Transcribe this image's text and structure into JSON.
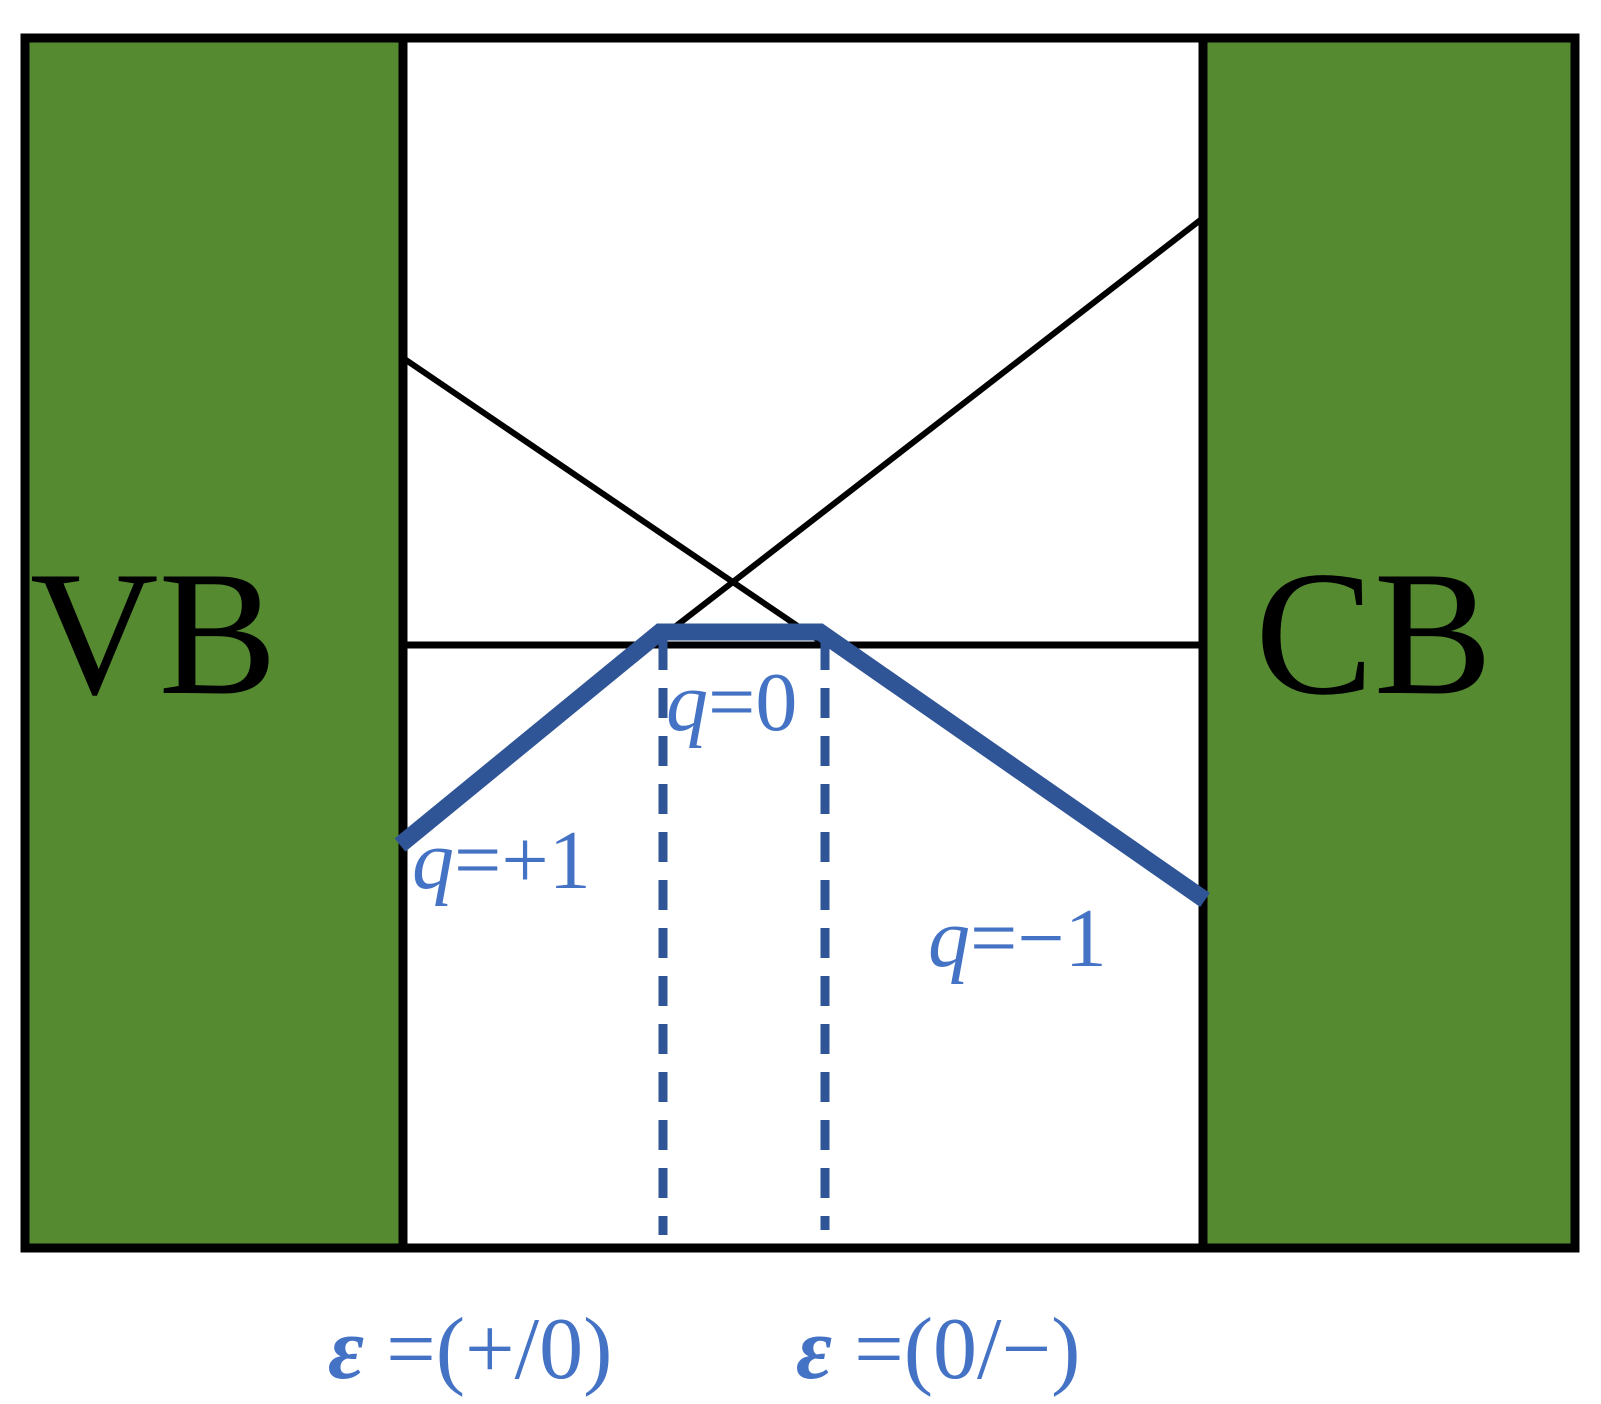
{
  "bands": {
    "vb": "VB",
    "cb": "CB"
  },
  "charge_states": {
    "plus_one": {
      "var": "q",
      "rest": "=+1"
    },
    "zero": {
      "var": "q",
      "rest": "=0"
    },
    "minus_one": {
      "var": "q",
      "rest": "=−1"
    }
  },
  "transition_levels": {
    "plus_zero": {
      "symbol": "ε",
      "rest": " =(+/0)"
    },
    "zero_minus": {
      "symbol": "ε",
      "rest": " =(0/−)"
    }
  },
  "colors": {
    "band_fill": "#568a31",
    "frame": "#000000",
    "formation_energy_line": "#2f5597",
    "label_text": "#4472c4"
  }
}
